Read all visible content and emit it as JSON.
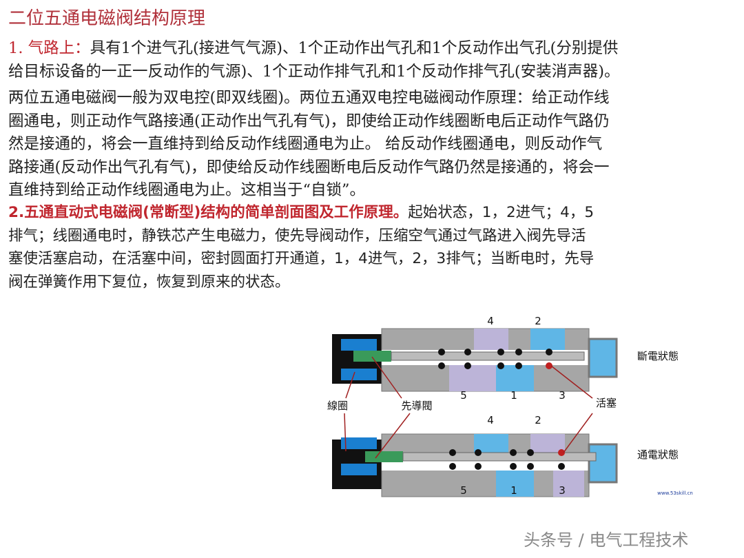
{
  "title": "二位五通电磁阀结构原理",
  "para1": {
    "label": "1. 气路上：",
    "lines": [
      "具有1个进气孔(接进气气源)、1个正动作出气孔和1个反动作出气孔(分别提供",
      "给目标设备的一正一反动作的气源)、1个正动作排气孔和1个反动作排气孔(安装消声器)。"
    ]
  },
  "para2": {
    "lines": [
      "两位五通电磁阀一般为双电控(即双线圈)。两位五通双电控电磁阀动作原理：给正动作线",
      "圈通电，则正动作气路接通(正动作出气孔有气)，即使给正动作线圈断电后正动作气路仍",
      "然是接通的，将会一直维持到给反动作线圈通电为止。  给反动作线圈通电，则反动作气",
      "路接通(反动作出气孔有气)，即使给反动作线圈断电后反动作气路仍然是接通的，将会一",
      "直维持到给正动作线圈通电为止。这相当于“自锁”。"
    ]
  },
  "para3": {
    "label": "2.五通直动式电磁阀(常断型)结构的简单剖面图及工作原理。",
    "lines": [
      "起始状态，1，2进气；4，5",
      "排气；线圈通电时，静铁芯产生电磁力，使先导阀动作，压缩空气通过气路进入阀先导活",
      "塞使活塞启动，在活塞中间，密封圆面打开通道，1，4进气，2，3排气；当断电时，先导",
      "阀在弹簧作用下复位，恢复到原来的状态。"
    ]
  },
  "diagram": {
    "state_off": "斷電狀態",
    "state_on": "通電狀態",
    "coil": "線圈",
    "pilot": "先導閥",
    "piston": "活塞",
    "ports": [
      "4",
      "2",
      "5",
      "1",
      "3"
    ],
    "site": "www.53skill.cn",
    "colors": {
      "body": "#a6a6a6",
      "blue": "#5fb6e6",
      "lavender": "#bcb4d8",
      "coil": "#111111",
      "coil_blue": "#1a7fd0",
      "pilot": "#3a9a5a",
      "leader": "#a02020"
    }
  },
  "watermark": "头条号 / 电气工程技术"
}
